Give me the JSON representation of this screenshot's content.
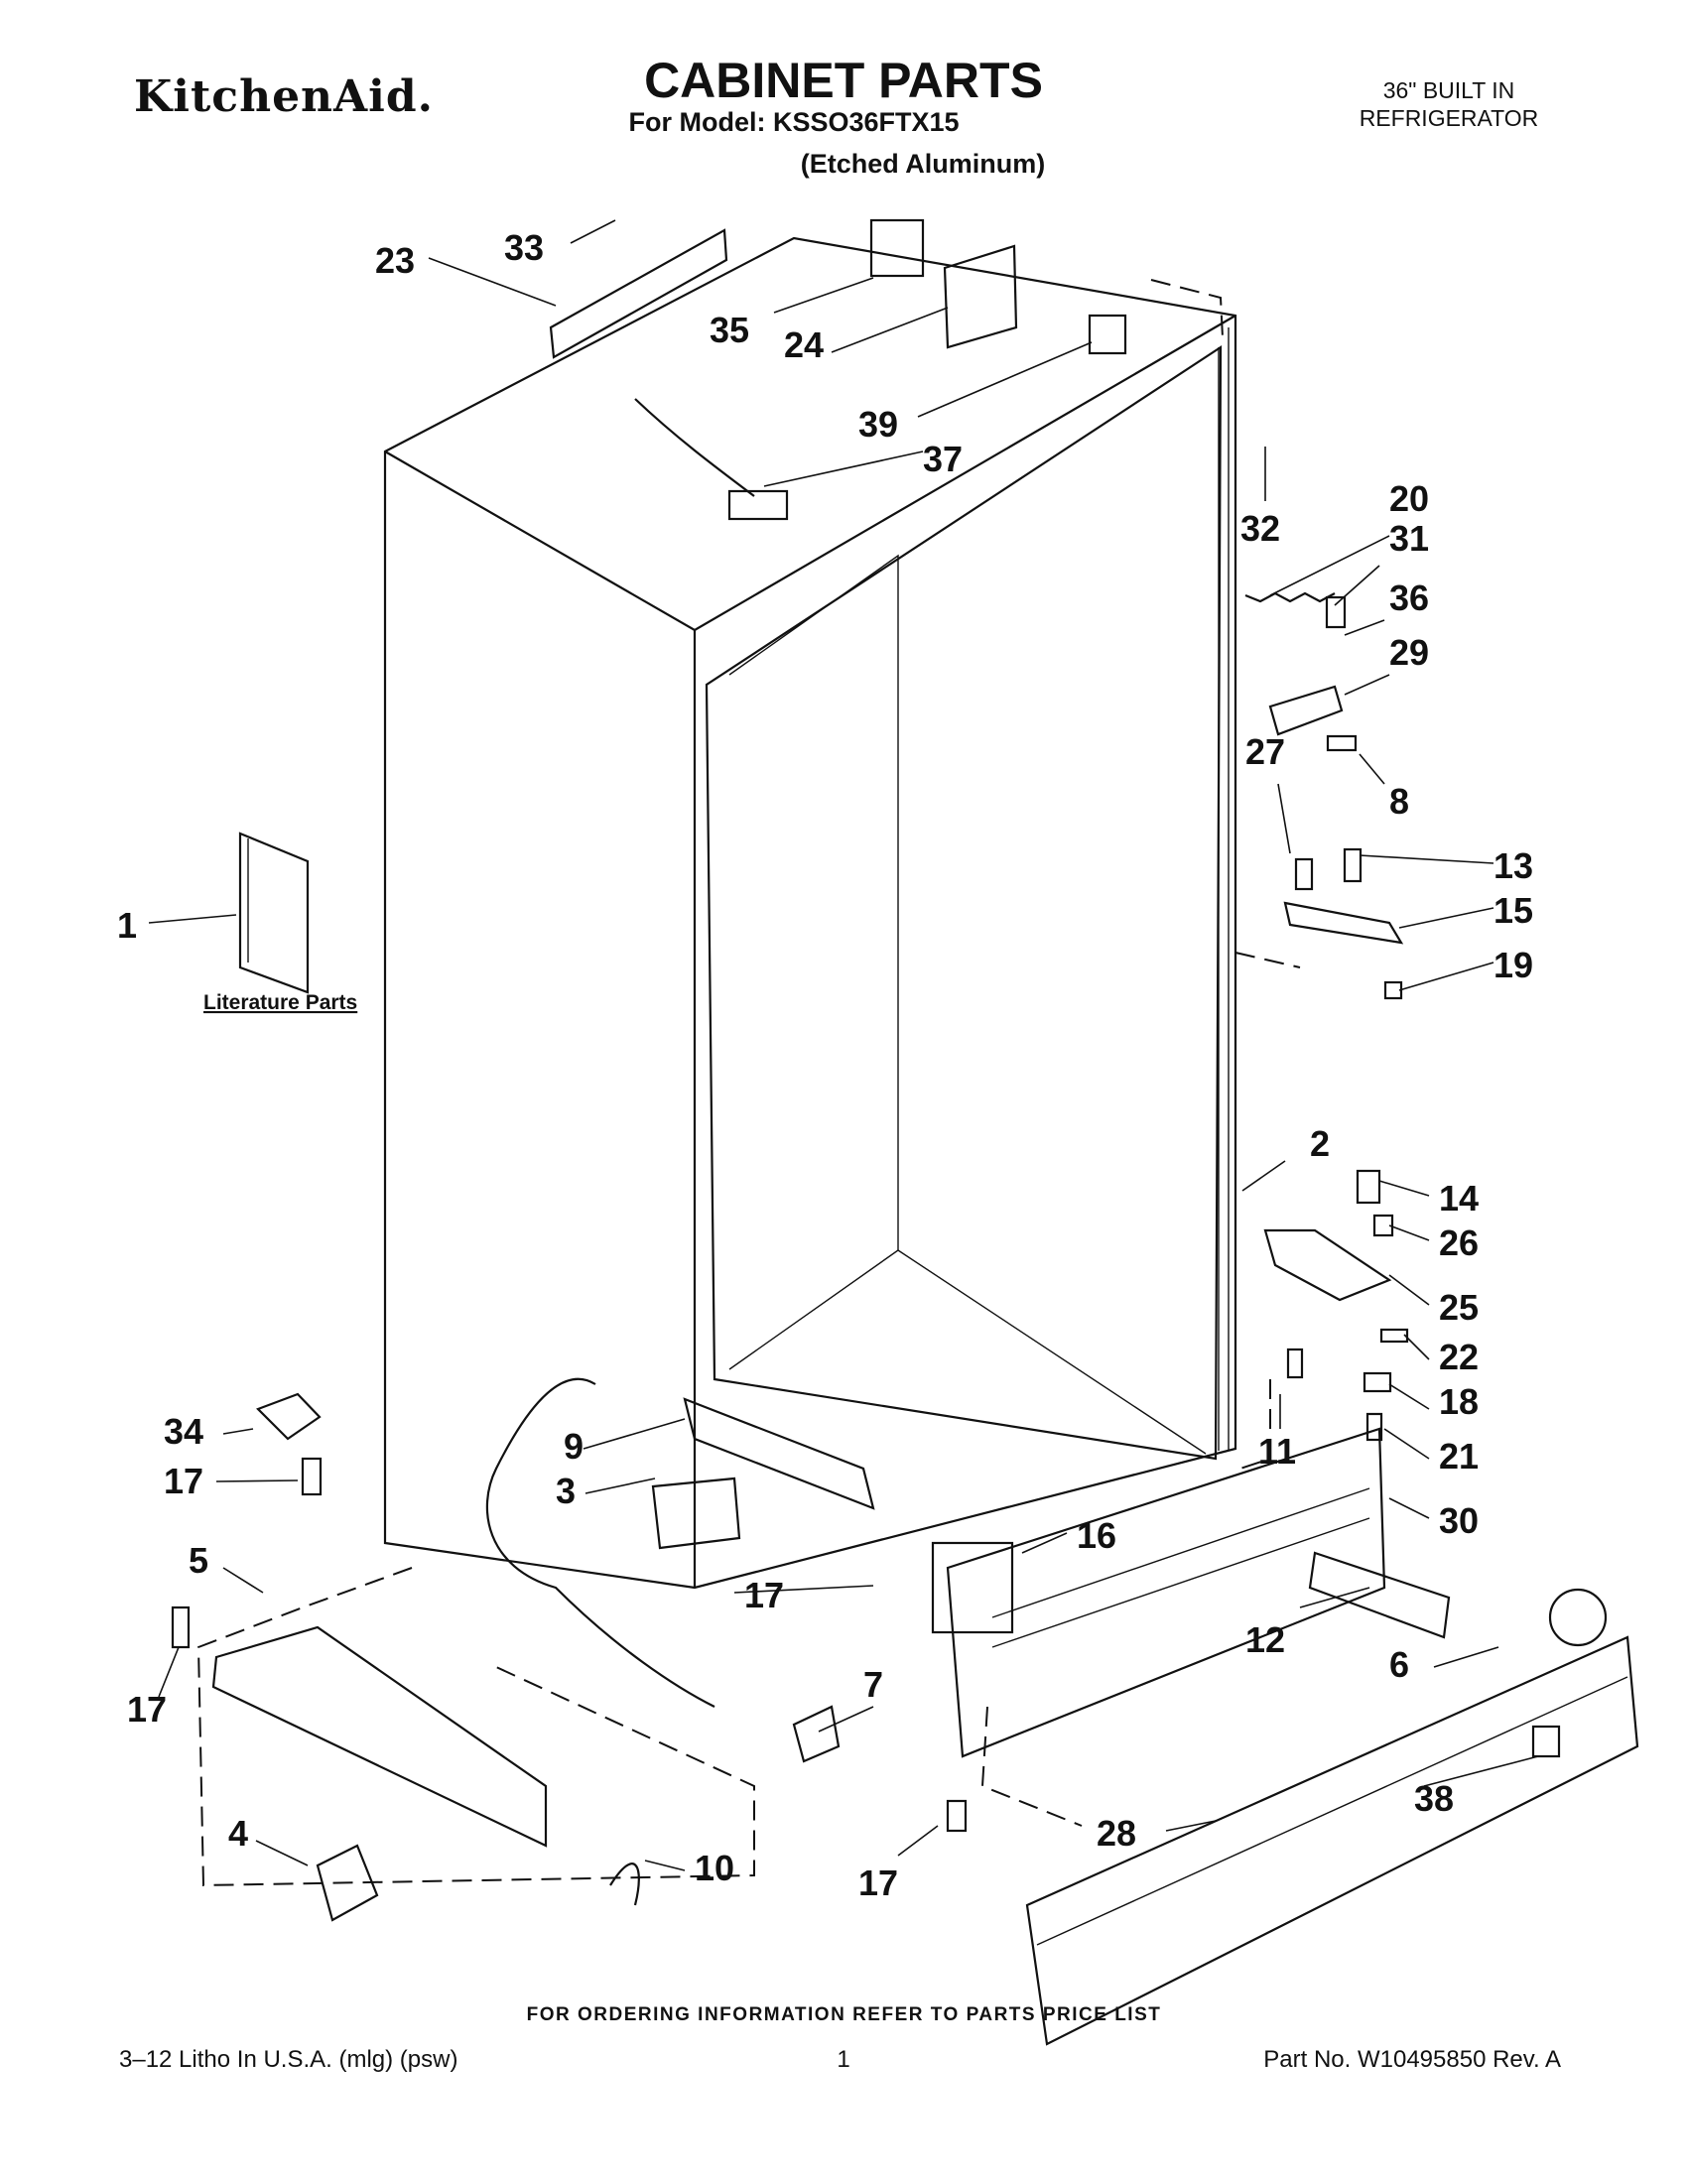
{
  "header": {
    "brand": "KitchenAid.",
    "title": "CABINET PARTS",
    "model": "For Model: KSSO36FTX15",
    "variant": "(Etched Aluminum)",
    "product_line1": "36\" BUILT IN",
    "product_line2": "REFRIGERATOR"
  },
  "literature_label": "Literature Parts",
  "callouts": [
    "1",
    "2",
    "3",
    "4",
    "5",
    "6",
    "7",
    "8",
    "9",
    "10",
    "11",
    "12",
    "13",
    "14",
    "15",
    "16",
    "17",
    "18",
    "19",
    "20",
    "21",
    "22",
    "23",
    "24",
    "25",
    "26",
    "27",
    "28",
    "29",
    "30",
    "31",
    "32",
    "33",
    "34",
    "35",
    "36",
    "37",
    "38",
    "39"
  ],
  "footer": {
    "note": "FOR ORDERING INFORMATION REFER TO PARTS PRICE LIST",
    "left": "3–12 Litho In U.S.A. (mlg) (psw)",
    "page": "1",
    "right": "Part No. W10495850 Rev. A"
  }
}
